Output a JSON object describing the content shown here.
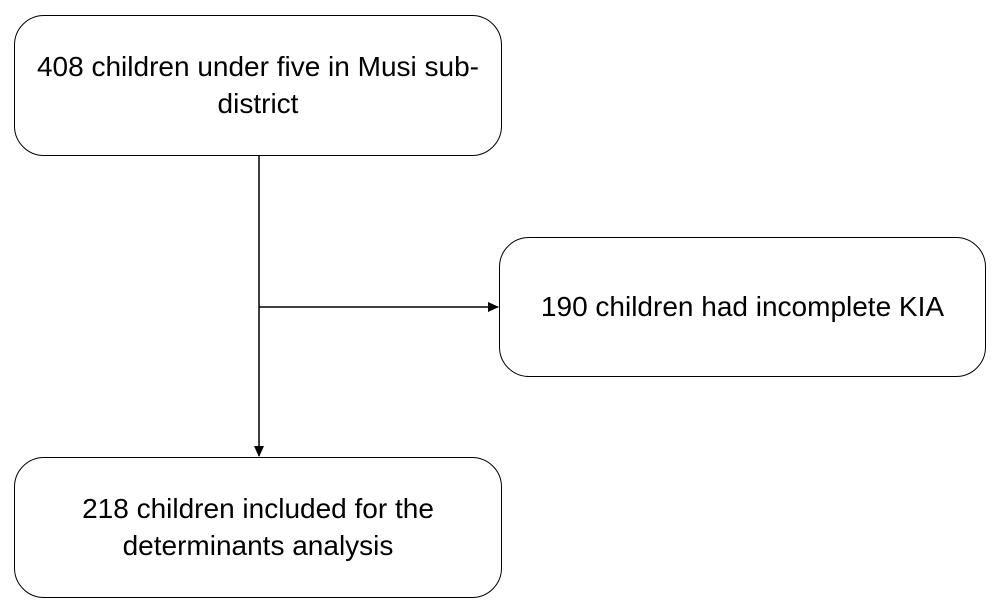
{
  "flowchart": {
    "nodes": {
      "start": {
        "text": "408 children under five in Musi sub-district"
      },
      "excluded": {
        "text": "190 children had incomplete KIA"
      },
      "included": {
        "text": "218 children included for the determinants analysis"
      }
    },
    "edges": [
      {
        "from": "start",
        "to": "included"
      },
      {
        "from": "start",
        "to": "excluded"
      }
    ],
    "colors": {
      "stroke": "#000000",
      "background": "#ffffff",
      "text": "#000000"
    }
  }
}
